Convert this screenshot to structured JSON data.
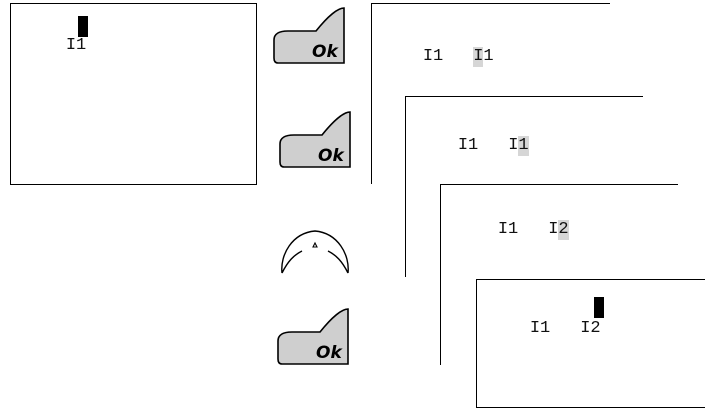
{
  "screens": [
    {
      "line": [
        "I1",
        ""
      ],
      "highlight": "none",
      "cursor": true
    },
    {
      "line": [
        "I1",
        "I1"
      ],
      "highlight": "first",
      "cursor": false
    },
    {
      "line": [
        "I1",
        "I1"
      ],
      "highlight": "second",
      "cursor": false
    },
    {
      "line": [
        "I1",
        "I2"
      ],
      "highlight": "second",
      "cursor": false
    },
    {
      "line": [
        "I1",
        "I2"
      ],
      "highlight": "none",
      "cursor": true
    }
  ],
  "keys": {
    "ok_label": "Ok"
  },
  "colors": {
    "highlight": "#d6d6d6",
    "key_fill": "#cfcfcf",
    "stroke": "#000000"
  },
  "icons": [
    "ok-key-icon",
    "navigation-dial-icon",
    "cursor-block-icon"
  ]
}
